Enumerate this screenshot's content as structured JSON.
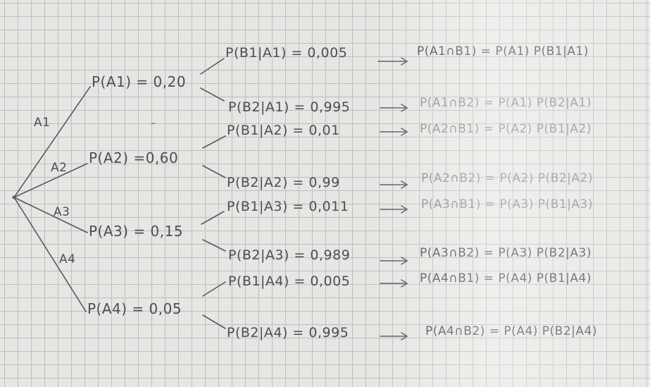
{
  "branches": [
    "A1",
    "A2",
    "A3",
    "A4"
  ],
  "priors": [
    "P(A1) = 0,20",
    "P(A2) =0,60",
    "P(A3) = 0,15",
    "P(A4) = 0,05"
  ],
  "conditionals": [
    "P(B1|A1) = 0,005",
    "P(B2|A1) = 0,995",
    "P(B1|A2) = 0,01",
    "P(B2|A2) = 0,99",
    "P(B1|A3) = 0,011",
    "P(B2|A3) = 0,989",
    "P(B1|A4) = 0,005",
    "P(B2|A4) = 0,995"
  ],
  "results": [
    "P(A1∩B1) = P(A1) P(B1|A1)",
    "P(A1∩B2) = P(A1) P(B2|A1)",
    "P(A2∩B1) = P(A2) P(B1|A2)",
    "P(A2∩B2) = P(A2) P(B2|A2)",
    "P(A3∩B1) = P(A3) P(B1|A3)",
    "P(A3∩B2) = P(A3) P(B2|A3)",
    "P(A4∩B1) = P(A4) P(B1|A4)",
    "P(A4∩B2) = P(A4) P(B2|A4)"
  ]
}
